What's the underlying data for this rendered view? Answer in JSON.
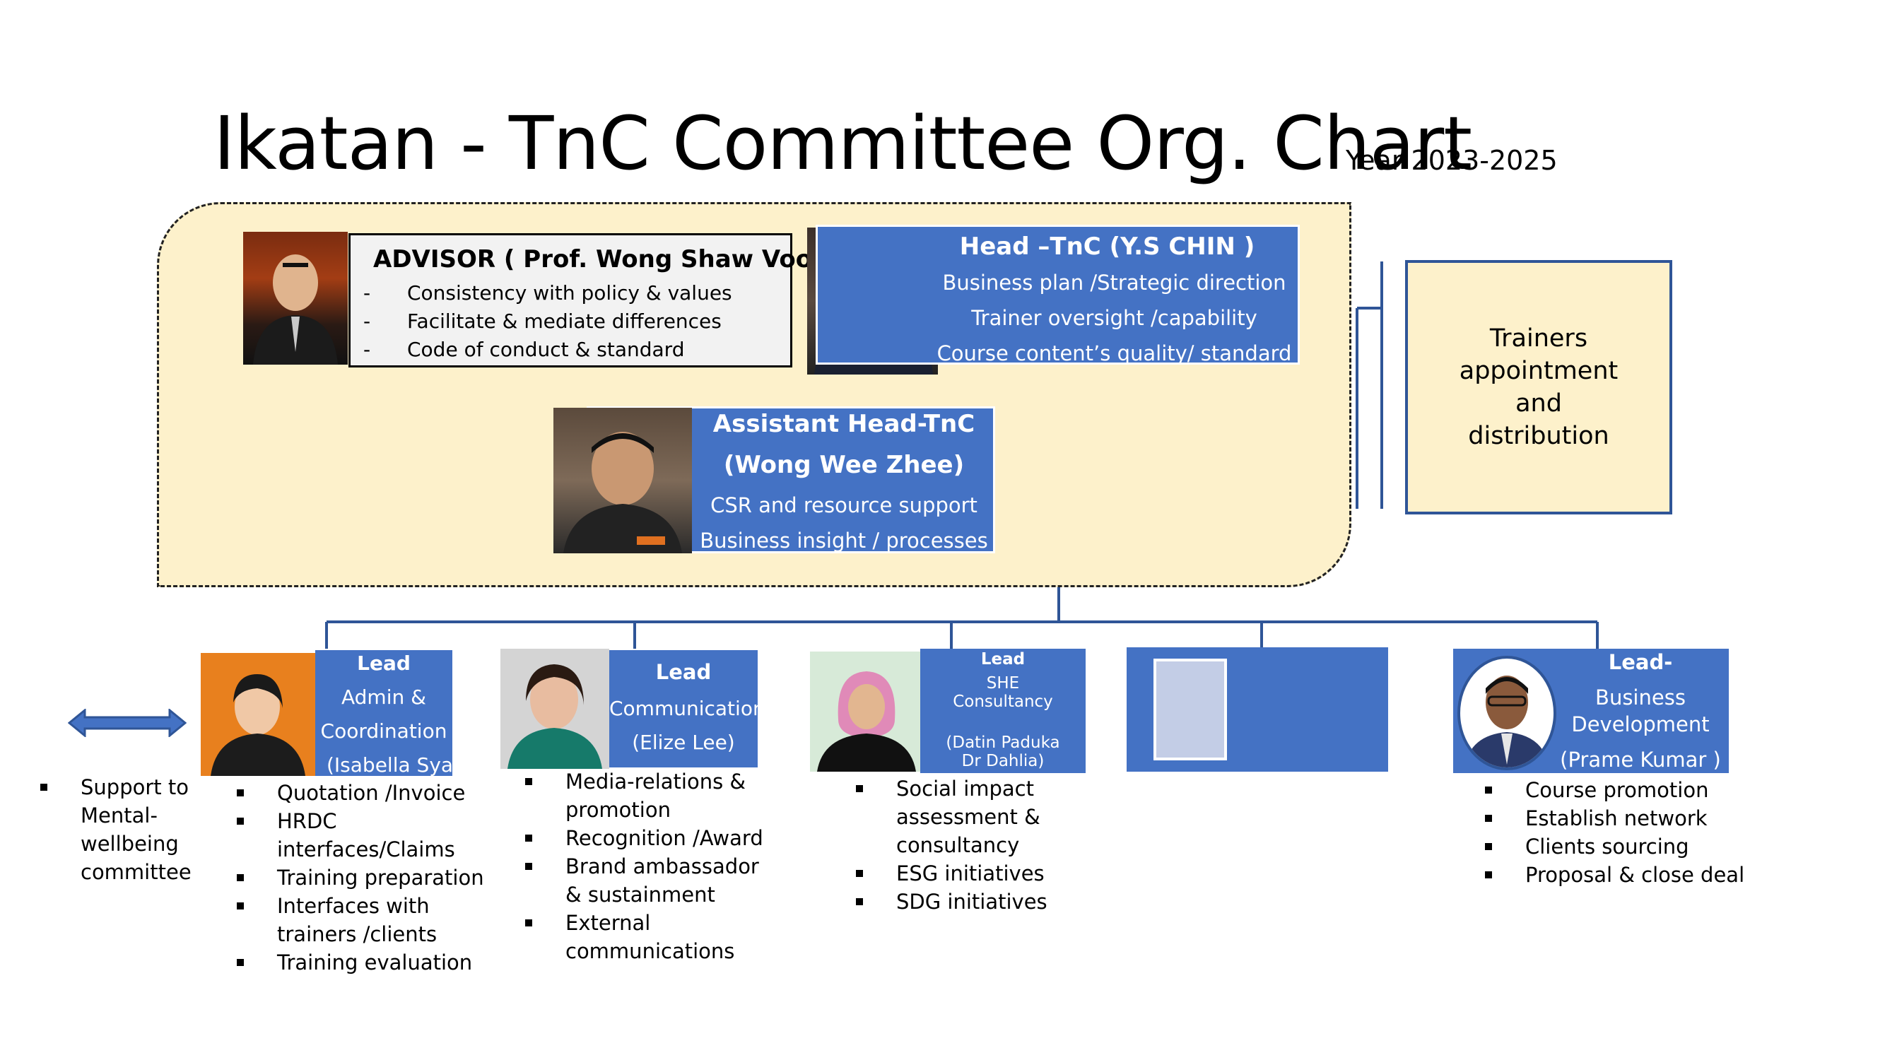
{
  "title": "Ikatan - TnC Committee Org. Chart",
  "year": "Year 2023-2025",
  "colors": {
    "accent_blue": "#4472c4",
    "yellow": "#fdf1cb",
    "line_blue": "#2f5597"
  },
  "advisor": {
    "name": "ADVISOR ( Prof. Wong Shaw Voon)",
    "duties": [
      "Consistency with policy & values",
      "Facilitate & mediate differences",
      "Code of conduct & standard"
    ],
    "dash": "-"
  },
  "head": {
    "title": "Head –TnC  (Y.S CHIN )",
    "duties": [
      "Business plan /Strategic direction",
      "Trainer oversight /capability",
      "Course content’s quality/ standard"
    ]
  },
  "assistant": {
    "title": "Assistant Head-TnC",
    "name": "(Wong Wee Zhee)",
    "duties": [
      "CSR and resource support",
      "Business insight / processes"
    ]
  },
  "trainers": {
    "lines": [
      "Trainers",
      "appointment",
      "and",
      "distribution"
    ]
  },
  "support": {
    "lines": [
      "Support to",
      "Mental-",
      "wellbeing",
      "committee"
    ]
  },
  "leads": [
    {
      "heading": "Lead",
      "lines": [
        "Admin &",
        "Coordination",
        "(Isabella Sya)"
      ],
      "duties": [
        "Quotation /Invoice",
        "HRDC interfaces/Claims",
        "Training preparation",
        "Interfaces with trainers /clients",
        "Training evaluation"
      ]
    },
    {
      "heading": "Lead",
      "lines": [
        "Communication",
        "(Elize Lee)"
      ],
      "duties": [
        "Media-relations & promotion",
        "Recognition /Award",
        "Brand ambassador & sustainment",
        "External communications"
      ]
    },
    {
      "heading": "Lead",
      "lines": [
        "SHE",
        "Consultancy",
        "(Datin Paduka",
        "Dr Dahlia)"
      ],
      "duties": [
        "Social impact assessment & consultancy",
        "ESG initiatives",
        "SDG initiatives"
      ]
    },
    {
      "heading": "Lead-",
      "lines": [
        "Business",
        "Development",
        "(Prame Kumar )"
      ],
      "duties": [
        "Course promotion",
        "Establish network",
        "Clients sourcing",
        "Proposal  & close deal"
      ]
    }
  ]
}
